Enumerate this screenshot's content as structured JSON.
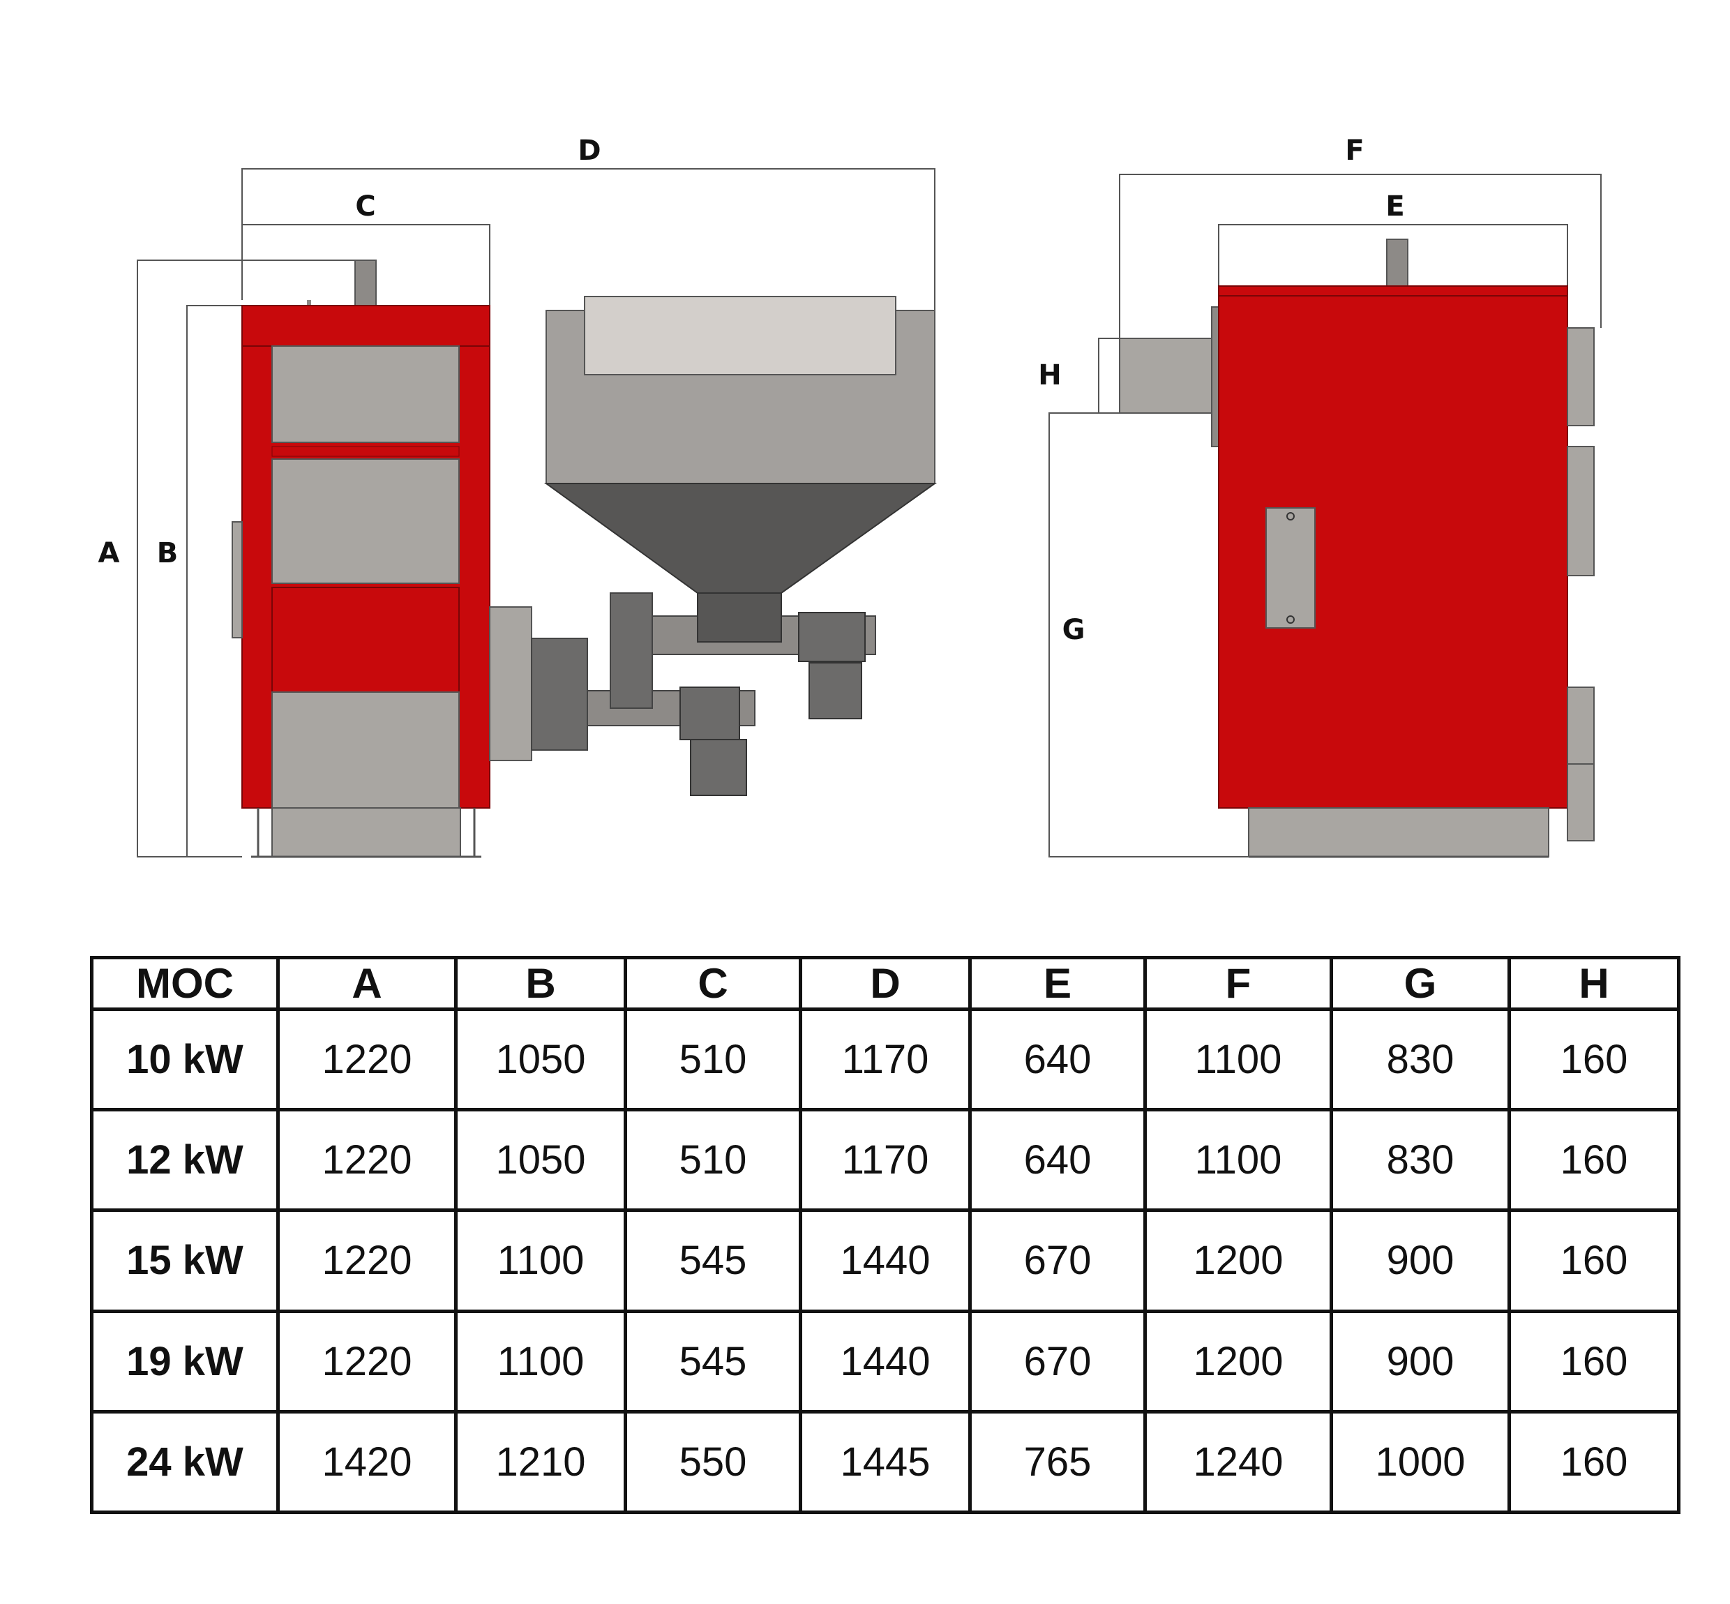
{
  "diagram": {
    "dimension_labels": {
      "a": "A",
      "b": "B",
      "c": "C",
      "d": "D",
      "e": "E",
      "f": "F",
      "g": "G",
      "h": "H"
    },
    "colors": {
      "boiler_red": "#c8090c",
      "panel_grey": "#a9a6a2",
      "hopper_grey": "#a3a09d",
      "hopper_dark": "#575655",
      "lid_light": "#d3cfcb",
      "pipe_grey": "#8d8a87",
      "line": "#555555"
    }
  },
  "table": {
    "headers": [
      "MOC",
      "A",
      "B",
      "C",
      "D",
      "E",
      "F",
      "G",
      "H"
    ],
    "rows": [
      [
        "10 kW",
        "1220",
        "1050",
        "510",
        "1170",
        "640",
        "1100",
        "830",
        "160"
      ],
      [
        "12 kW",
        "1220",
        "1050",
        "510",
        "1170",
        "640",
        "1100",
        "830",
        "160"
      ],
      [
        "15 kW",
        "1220",
        "1100",
        "545",
        "1440",
        "670",
        "1200",
        "900",
        "160"
      ],
      [
        "19 kW",
        "1220",
        "1100",
        "545",
        "1440",
        "670",
        "1200",
        "900",
        "160"
      ],
      [
        "24 kW",
        "1420",
        "1210",
        "550",
        "1445",
        "765",
        "1240",
        "1000",
        "160"
      ]
    ]
  }
}
